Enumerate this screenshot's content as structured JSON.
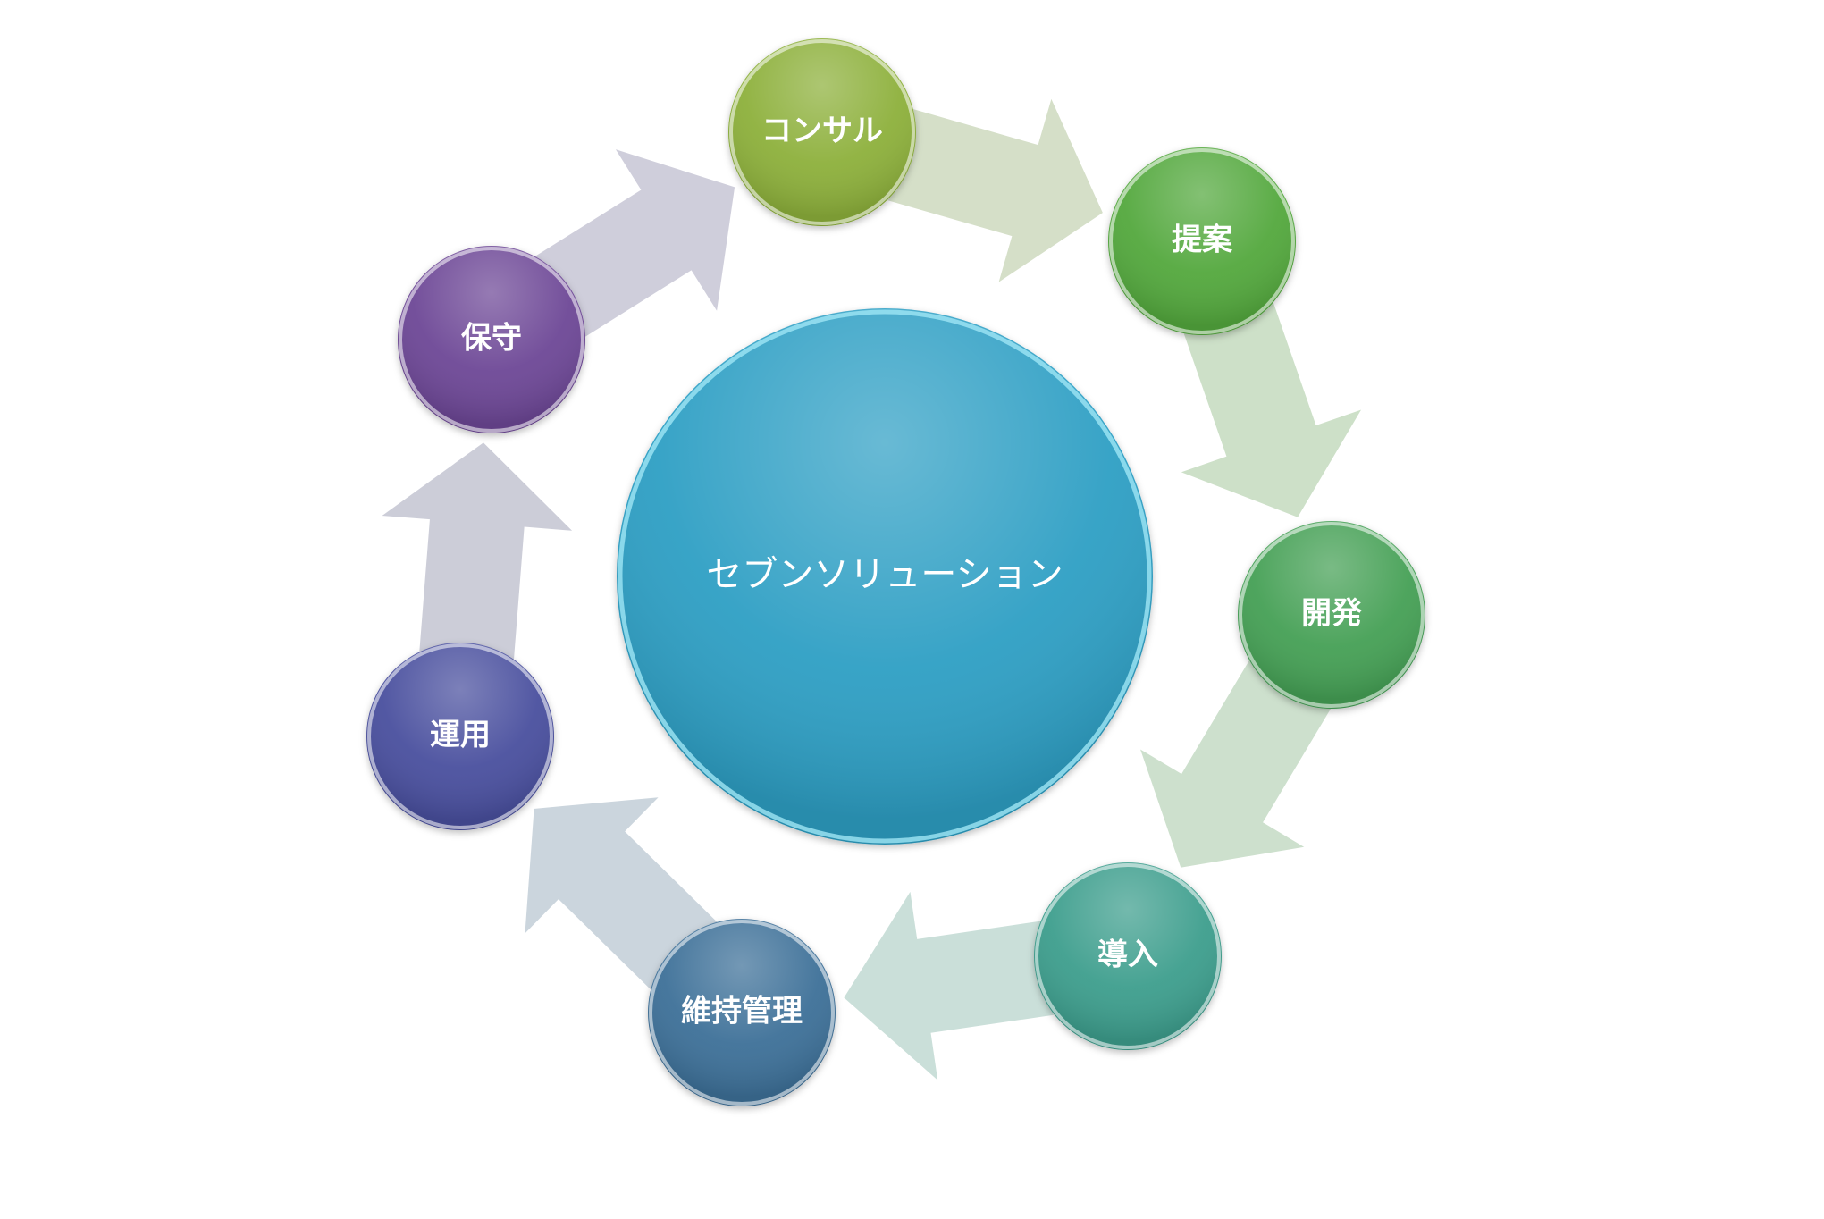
{
  "center": {
    "label": "セブンソリューション",
    "color": "#2e9fc4"
  },
  "cycle": [
    {
      "label": "コンサル",
      "color": "#8db03a"
    },
    {
      "label": "提案",
      "color": "#52a83c"
    },
    {
      "label": "開発",
      "color": "#44a055"
    },
    {
      "label": "導入",
      "color": "#3e9e8d"
    },
    {
      "label": "維持管理",
      "color": "#3e6f98"
    },
    {
      "label": "運用",
      "color": "#4a4f9e"
    },
    {
      "label": "保守",
      "color": "#6d4796"
    }
  ],
  "arrow_colors": [
    "#d5dfc8",
    "#cde0c8",
    "#cde0cd",
    "#cadfd9",
    "#cbd5dd",
    "#cccdd8",
    "#cfcedb"
  ]
}
